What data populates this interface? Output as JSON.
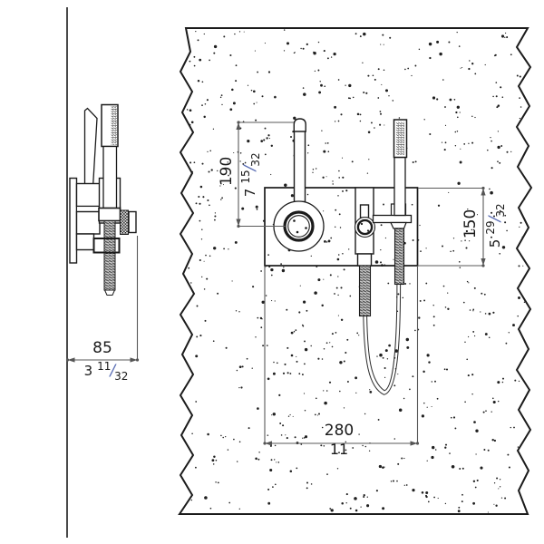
{
  "page": {
    "background": "#ffffff"
  },
  "colors": {
    "line": "#1b1b1b",
    "dimension_line": "#595959",
    "text": "#1a1a1a",
    "fraction_slash": "#5a6db4",
    "stipple_dot": "#1f1f1f"
  },
  "dimensions": {
    "slash": "/",
    "plate_width": {
      "mm": "280",
      "inch": "11"
    },
    "plate_height": {
      "mm": "150",
      "inch_whole": "5",
      "inch_num": "29",
      "inch_den": "32"
    },
    "handle_height": {
      "mm": "190",
      "inch_whole": "7",
      "inch_num": "15",
      "inch_den": "32"
    },
    "wall_offset": {
      "mm": "85",
      "inch_whole": "3",
      "inch_num": "11",
      "inch_den": "32"
    }
  }
}
